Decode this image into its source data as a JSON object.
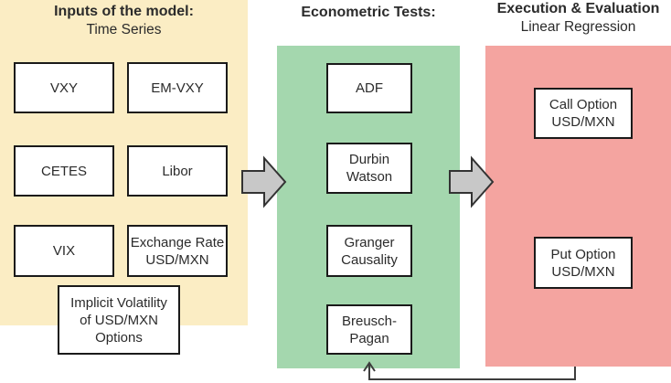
{
  "colors": {
    "inputs_panel": "#FBEDC4",
    "tests_panel": "#A4D7AE",
    "execution_panel": "#F4A4A0",
    "arrow_fill": "#C8C8C8",
    "arrow_stroke": "#333333",
    "box_border": "#1A1A1A",
    "text": "#2B2B2B",
    "feedback_line": "#3D3D3D"
  },
  "columns": [
    {
      "id": "inputs",
      "title": "Inputs of the model:",
      "subtitle": "Time Series",
      "boxes": [
        "VXY",
        "EM-VXY",
        "CETES",
        "Libor",
        "VIX",
        "Exchange Rate\nUSD/MXN",
        "Implicit Volatility\nof USD/MXN\nOptions"
      ]
    },
    {
      "id": "tests",
      "title": "Econometric Tests:",
      "subtitle": "",
      "boxes": [
        "ADF",
        "Durbin\nWatson",
        "Granger\nCausality",
        "Breusch-\nPagan"
      ]
    },
    {
      "id": "execution",
      "title": "Execution & Evaluation",
      "subtitle": "Linear Regression",
      "boxes": [
        "Call Option\nUSD/MXN",
        "Put Option\nUSD/MXN"
      ]
    }
  ],
  "connectors": {
    "inputs_to_tests": "right-block-arrow",
    "tests_to_execution": "right-block-arrow",
    "execution_to_tests_feedback": "up-elbow-arrow"
  }
}
